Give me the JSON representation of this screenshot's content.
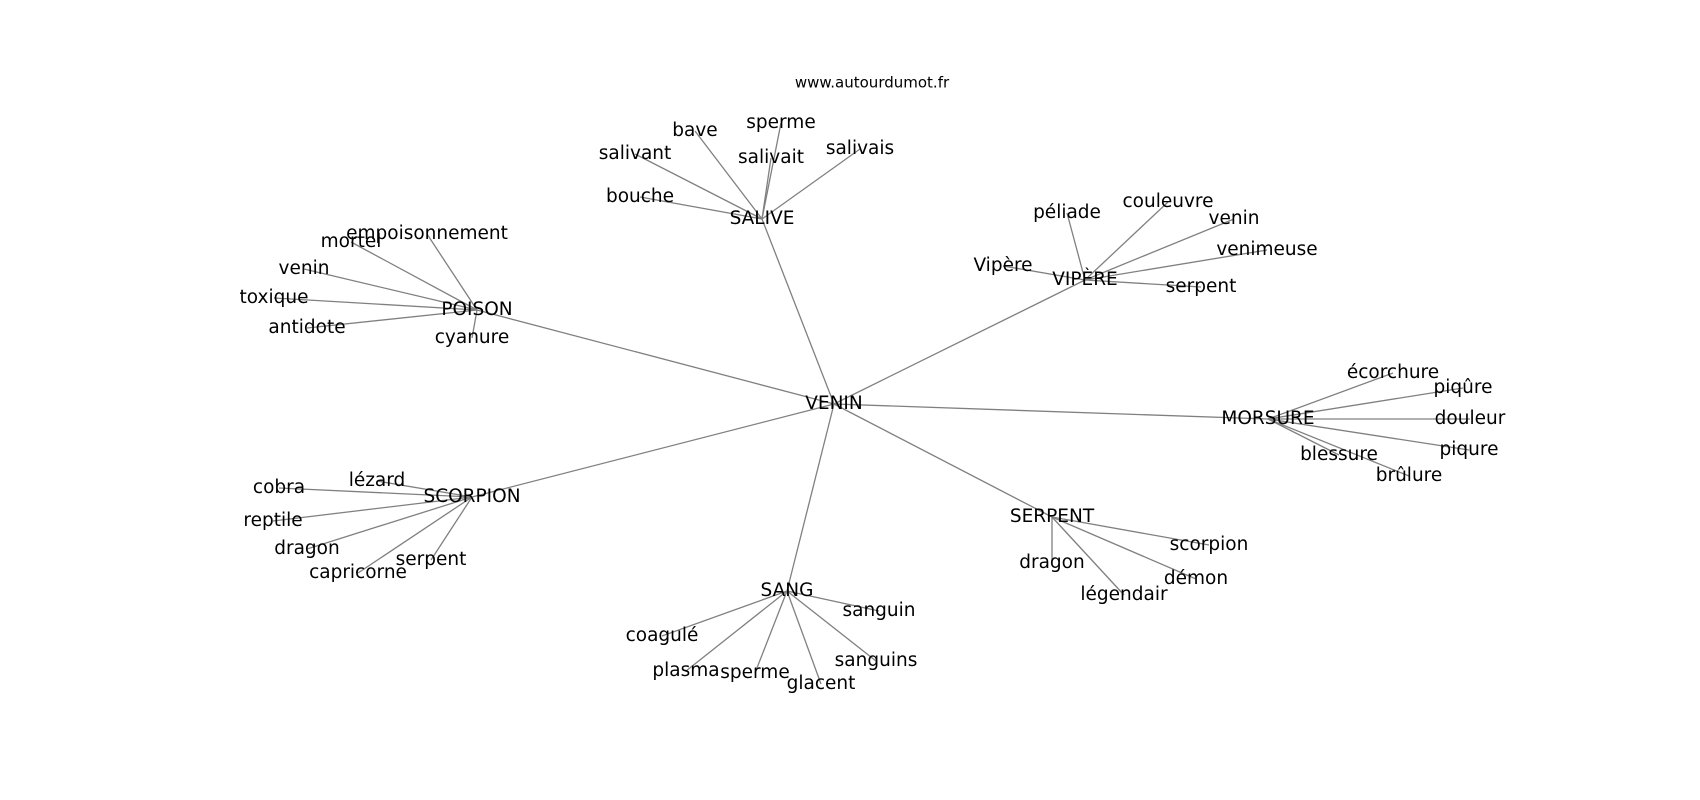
{
  "header": {
    "site": "www.autourdumot.fr"
  },
  "colors": {
    "edge": "#808080",
    "text": "#000000",
    "background": "#ffffff"
  },
  "graph": {
    "nodes": [
      {
        "id": "venin_c",
        "label": "VENIN"
      },
      {
        "id": "salive",
        "label": "SALIVE"
      },
      {
        "id": "poison",
        "label": "POISON"
      },
      {
        "id": "vipere",
        "label": "VIPÈRE"
      },
      {
        "id": "morsure",
        "label": "MORSURE"
      },
      {
        "id": "serpent_h",
        "label": "SERPENT"
      },
      {
        "id": "sang",
        "label": "SANG"
      },
      {
        "id": "scorpion_h",
        "label": "SCORPION"
      },
      {
        "id": "bave",
        "label": "bave"
      },
      {
        "id": "sperme_sal",
        "label": "sperme"
      },
      {
        "id": "salivant",
        "label": "salivant"
      },
      {
        "id": "salivait",
        "label": "salivait"
      },
      {
        "id": "salivais",
        "label": "salivais"
      },
      {
        "id": "bouche",
        "label": "bouche"
      },
      {
        "id": "empoisonnement",
        "label": "empoisonnement"
      },
      {
        "id": "mortel",
        "label": "mortel"
      },
      {
        "id": "venin_p",
        "label": "venin"
      },
      {
        "id": "toxique",
        "label": "toxique"
      },
      {
        "id": "antidote",
        "label": "antidote"
      },
      {
        "id": "cyanure",
        "label": "cyanure"
      },
      {
        "id": "peliade",
        "label": "péliade"
      },
      {
        "id": "couleuvre",
        "label": "couleuvre"
      },
      {
        "id": "venin_v",
        "label": "venin"
      },
      {
        "id": "venimeuse",
        "label": "venimeuse"
      },
      {
        "id": "vipere_l",
        "label": "Vipère"
      },
      {
        "id": "serpent_v",
        "label": "serpent"
      },
      {
        "id": "ecorchure",
        "label": "écorchure"
      },
      {
        "id": "piqure_c",
        "label": "piqûre"
      },
      {
        "id": "douleur",
        "label": "douleur"
      },
      {
        "id": "piqure",
        "label": "piqure"
      },
      {
        "id": "blessure",
        "label": "blessure"
      },
      {
        "id": "brulure",
        "label": "brûlure"
      },
      {
        "id": "scorpion_s",
        "label": "scorpion"
      },
      {
        "id": "dragon_s",
        "label": "dragon"
      },
      {
        "id": "demon",
        "label": "démon"
      },
      {
        "id": "legendair",
        "label": "légendair"
      },
      {
        "id": "sanguin",
        "label": "sanguin"
      },
      {
        "id": "coagule",
        "label": "coagulé"
      },
      {
        "id": "sanguins",
        "label": "sanguins"
      },
      {
        "id": "plasma",
        "label": "plasma"
      },
      {
        "id": "sperme_sang",
        "label": "sperme"
      },
      {
        "id": "glacent",
        "label": "glacent"
      },
      {
        "id": "cobra",
        "label": "cobra"
      },
      {
        "id": "lezard",
        "label": "lézard"
      },
      {
        "id": "reptile",
        "label": "reptile"
      },
      {
        "id": "dragon_sc",
        "label": "dragon"
      },
      {
        "id": "serpent_sc",
        "label": "serpent"
      },
      {
        "id": "capricorne",
        "label": "capricorne"
      }
    ],
    "edges": [
      [
        "venin_c",
        "salive"
      ],
      [
        "venin_c",
        "poison"
      ],
      [
        "venin_c",
        "vipere"
      ],
      [
        "venin_c",
        "morsure"
      ],
      [
        "venin_c",
        "serpent_h"
      ],
      [
        "venin_c",
        "sang"
      ],
      [
        "venin_c",
        "scorpion_h"
      ],
      [
        "salive",
        "bave"
      ],
      [
        "salive",
        "sperme_sal"
      ],
      [
        "salive",
        "salivant"
      ],
      [
        "salive",
        "salivait"
      ],
      [
        "salive",
        "salivais"
      ],
      [
        "salive",
        "bouche"
      ],
      [
        "poison",
        "empoisonnement"
      ],
      [
        "poison",
        "mortel"
      ],
      [
        "poison",
        "venin_p"
      ],
      [
        "poison",
        "toxique"
      ],
      [
        "poison",
        "antidote"
      ],
      [
        "poison",
        "cyanure"
      ],
      [
        "vipere",
        "peliade"
      ],
      [
        "vipere",
        "couleuvre"
      ],
      [
        "vipere",
        "venin_v"
      ],
      [
        "vipere",
        "venimeuse"
      ],
      [
        "vipere",
        "vipere_l"
      ],
      [
        "vipere",
        "serpent_v"
      ],
      [
        "morsure",
        "ecorchure"
      ],
      [
        "morsure",
        "piqure_c"
      ],
      [
        "morsure",
        "douleur"
      ],
      [
        "morsure",
        "piqure"
      ],
      [
        "morsure",
        "blessure"
      ],
      [
        "morsure",
        "brulure"
      ],
      [
        "serpent_h",
        "scorpion_s"
      ],
      [
        "serpent_h",
        "dragon_s"
      ],
      [
        "serpent_h",
        "demon"
      ],
      [
        "serpent_h",
        "legendair"
      ],
      [
        "sang",
        "sanguin"
      ],
      [
        "sang",
        "coagule"
      ],
      [
        "sang",
        "sanguins"
      ],
      [
        "sang",
        "plasma"
      ],
      [
        "sang",
        "sperme_sang"
      ],
      [
        "sang",
        "glacent"
      ],
      [
        "scorpion_h",
        "cobra"
      ],
      [
        "scorpion_h",
        "lezard"
      ],
      [
        "scorpion_h",
        "reptile"
      ],
      [
        "scorpion_h",
        "dragon_sc"
      ],
      [
        "scorpion_h",
        "serpent_sc"
      ],
      [
        "scorpion_h",
        "capricorne"
      ]
    ]
  }
}
